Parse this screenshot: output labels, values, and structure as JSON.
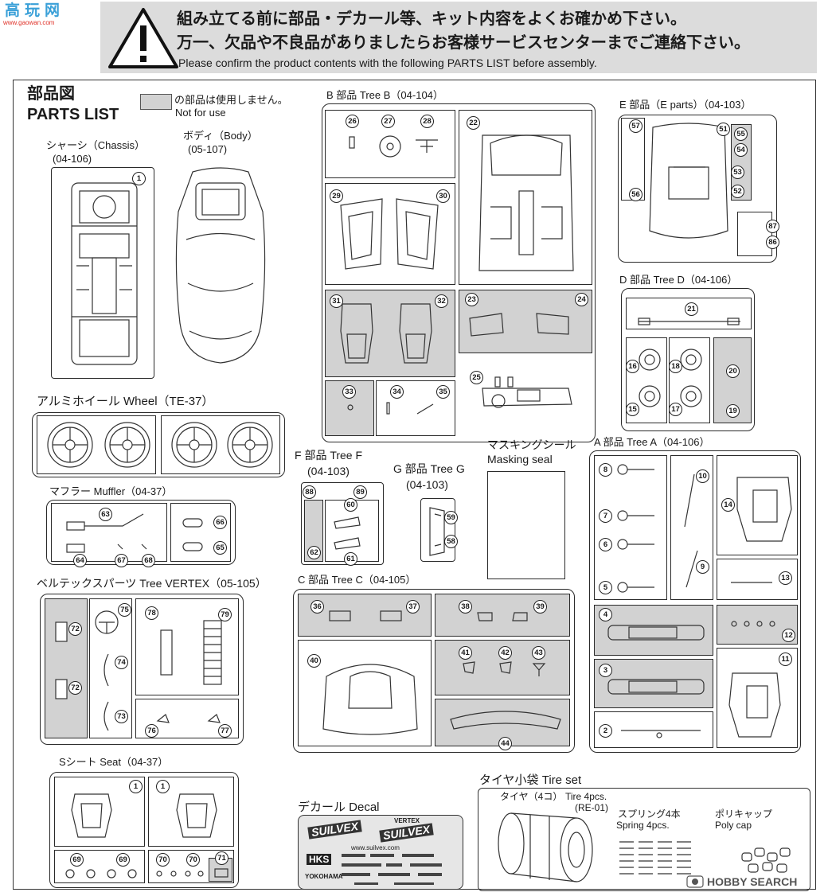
{
  "watermark": {
    "logo_text": "高玩网",
    "url": "www.gaowan.com"
  },
  "notice": {
    "line_ja_1": "組み立てる前に部品・デカール等、キット内容をよくお確かめ下さい。",
    "line_ja_2": "万一、欠品や不良品がありましたらお客様サービスセンターまでご連絡下さい。",
    "line_en": "Please confirm the product contents with the following PARTS LIST before assembly."
  },
  "header": {
    "title_ja": "部品図",
    "title_en": "PARTS LIST",
    "legend_ja": "の部品は使用しません。",
    "legend_en": "Not for use"
  },
  "groups": {
    "chassis": {
      "label": "シャーシ（Chassis）",
      "code": "(04-106)"
    },
    "body": {
      "label": "ボディ（Body）",
      "code": "(05-107)"
    },
    "tree_b": {
      "label": "B 部品 Tree B（04-104）"
    },
    "tree_e": {
      "label": "E 部品（E parts）（04-103）"
    },
    "tree_d": {
      "label": "D 部品 Tree D（04-106）"
    },
    "wheel": {
      "label": "アルミホイール Wheel（TE-37）"
    },
    "muffler": {
      "label": "マフラー Muffler（04-37）"
    },
    "tree_f": {
      "label": "F 部品 Tree F",
      "code": "(04-103)"
    },
    "tree_g": {
      "label": "G 部品 Tree G",
      "code": "(04-103)"
    },
    "masking": {
      "label_ja": "マスキングシール",
      "label_en": "Masking seal"
    },
    "tree_a": {
      "label": "A 部品 Tree A（04-106）"
    },
    "vertex": {
      "label": "ベルテックスパーツ Tree VERTEX（05-105）"
    },
    "tree_c": {
      "label": "C 部品 Tree C（04-105）"
    },
    "seat": {
      "label": "Sシート Seat（04-37）"
    },
    "decal": {
      "label": "デカール Decal",
      "brand_1": "SUILVEX",
      "brand_2": "HKS",
      "brand_3": "YOKOHAMA",
      "brand_4": "www.suilvex.com",
      "brand_5": "VERTEX"
    },
    "tire_set": {
      "label": "タイヤ小袋 Tire set",
      "tire_ja": "タイヤ（4コ）",
      "tire_en": "Tire 4pcs.",
      "tire_code": "(RE-01)",
      "spring_ja": "スプリング4本",
      "spring_en": "Spring 4pcs.",
      "polycap_ja": "ポリキャップ",
      "polycap_en": "Poly cap"
    }
  },
  "footer": {
    "brand": "HOBBY SEARCH"
  },
  "parts": {
    "p1": "1",
    "p2": "2",
    "p3": "3",
    "p4": "4",
    "p5": "5",
    "p6": "6",
    "p7": "7",
    "p8": "8",
    "p9": "9",
    "p10": "10",
    "p11": "11",
    "p12": "12",
    "p13": "13",
    "p14": "14",
    "p15": "15",
    "p16": "16",
    "p17": "17",
    "p18": "18",
    "p19": "19",
    "p20": "20",
    "p21": "21",
    "p22": "22",
    "p23": "23",
    "p24": "24",
    "p25": "25",
    "p26": "26",
    "p27": "27",
    "p28": "28",
    "p29": "29",
    "p30": "30",
    "p31": "31",
    "p32": "32",
    "p33": "33",
    "p34": "34",
    "p35": "35",
    "p36": "36",
    "p37": "37",
    "p38": "38",
    "p39": "39",
    "p40": "40",
    "p41": "41",
    "p42": "42",
    "p43": "43",
    "p44": "44",
    "p51": "51",
    "p52": "52",
    "p53": "53",
    "p54": "54",
    "p55": "55",
    "p56": "56",
    "p57": "57",
    "p58": "58",
    "p59": "59",
    "p60": "60",
    "p61": "61",
    "p62": "62",
    "p63": "63",
    "p64": "64",
    "p65": "65",
    "p66": "66",
    "p67": "67",
    "p68": "68",
    "p69": "69",
    "p70": "70",
    "p71": "71",
    "p72": "72",
    "p73": "73",
    "p74": "74",
    "p75": "75",
    "p76": "76",
    "p77": "77",
    "p78": "78",
    "p79": "79",
    "p86": "86",
    "p87": "87",
    "p88": "88",
    "p89": "89"
  }
}
